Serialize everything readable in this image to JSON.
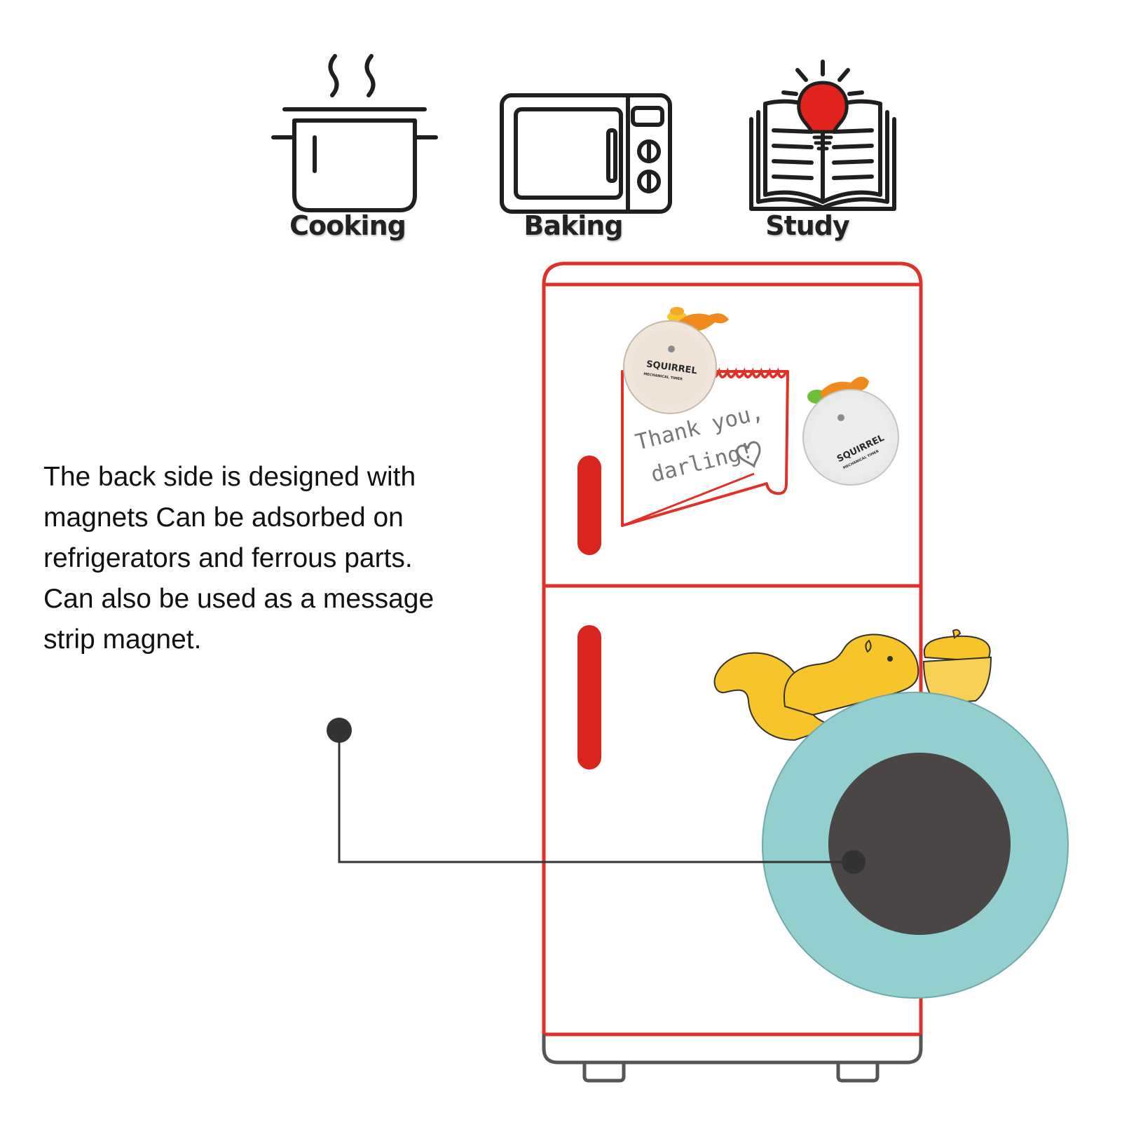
{
  "usage_icons": [
    {
      "label": "Cooking",
      "icon": "cooking-pot-icon"
    },
    {
      "label": "Baking",
      "icon": "microwave-icon"
    },
    {
      "label": "Study",
      "icon": "open-book-lightbulb-icon"
    }
  ],
  "description_lines": [
    "The back side is designed with",
    "magnets Can be adsorbed on",
    "refrigerators and ferrous parts.",
    "Can also be used as a message",
    "strip magnet."
  ],
  "note": {
    "line1": "Thank you,",
    "line2": "darling!"
  },
  "timers": [
    {
      "brand": "SQUIRREL",
      "sub": "MECHANICAL TIMER"
    },
    {
      "brand": "SQUIRREL",
      "sub": "MECHANICAL TIMER"
    }
  ],
  "colors": {
    "fridge_outline": "#e0302a",
    "fridge_handle": "#d9251d",
    "magnet_ring": "#94cfd0",
    "magnet_core": "#4a4645",
    "squirrel": "#f7c52a",
    "icon_stroke": "#1f1f1f"
  }
}
